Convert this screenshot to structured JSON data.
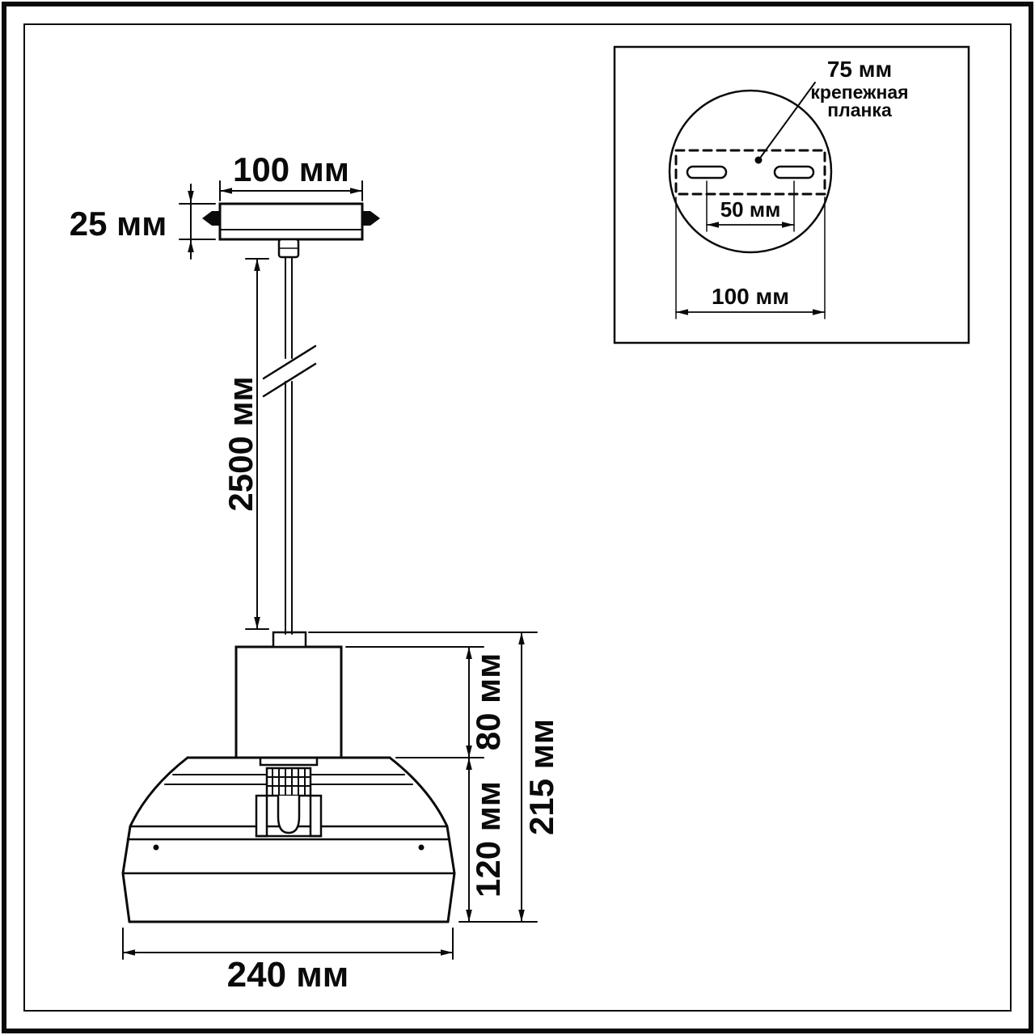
{
  "colors": {
    "ink": "#0a0a0a",
    "background": "#ffffff"
  },
  "main_drawing": {
    "dim_plate_width": "100 мм",
    "dim_plate_height": "25 мм",
    "dim_cable_length": "2500 мм",
    "dim_neck_height": "80 мм",
    "dim_shade_height": "120 мм",
    "dim_total_height": "215 мм",
    "dim_shade_diameter": "240 мм"
  },
  "inset": {
    "dim_bracket_width": "75 мм",
    "bracket_caption_line1": "крепежная",
    "bracket_caption_line2": "планка",
    "dim_hole_spacing": "50 мм",
    "dim_plate_width": "100 мм"
  }
}
